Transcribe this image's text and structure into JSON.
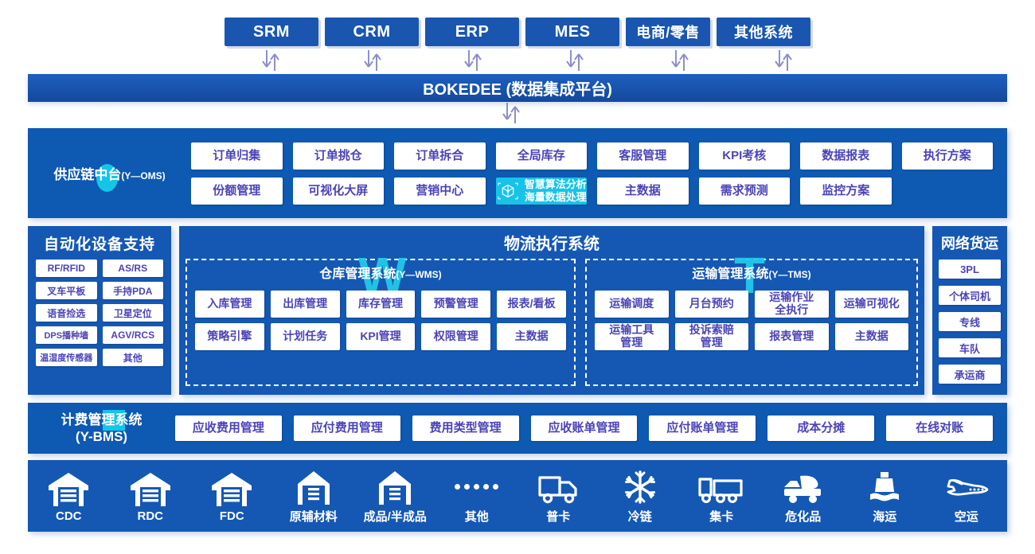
{
  "external_systems": [
    {
      "label": "SRM",
      "width_class": "w-srm"
    },
    {
      "label": "CRM",
      "width_class": "w-crm"
    },
    {
      "label": "ERP",
      "width_class": "w-erp"
    },
    {
      "label": "MES",
      "width_class": "w-mes"
    },
    {
      "label": "电商/零售",
      "width_class": "w-ec"
    },
    {
      "label": "其他系统",
      "width_class": "w-other"
    }
  ],
  "integration_platform": {
    "label": "BOKEDEE (数据集成平台)"
  },
  "supply_chain": {
    "title": "供应链中台",
    "title_sub": "(Y—OMS)",
    "accent_color": "#13c6e8",
    "background": "#0e59b2",
    "modules": [
      {
        "label": "订单归集"
      },
      {
        "label": "订单挑仓"
      },
      {
        "label": "订单拆合"
      },
      {
        "label": "全局库存"
      },
      {
        "label": "客服管理"
      },
      {
        "label": "KPI考核"
      },
      {
        "label": "数据报表"
      },
      {
        "label": "执行方案"
      },
      {
        "label": "份额管理"
      },
      {
        "label": "可视化大屏"
      },
      {
        "label": "营销中心"
      },
      {
        "label": "智慧算法分析\n海量数据处理",
        "highlight": true,
        "line1": "智慧算法分析",
        "line2": "海量数据处理",
        "icon": "cube-hexagon-icon"
      },
      {
        "label": "主数据"
      },
      {
        "label": "需求预测"
      },
      {
        "label": "监控方案"
      }
    ]
  },
  "automation": {
    "title": "自动化设备支持",
    "items": [
      {
        "label": "RF/RFID"
      },
      {
        "label": "AS/RS"
      },
      {
        "label": "叉车平板"
      },
      {
        "label": "手持PDA"
      },
      {
        "label": "语音捡选"
      },
      {
        "label": "卫星定位"
      },
      {
        "label": "DPS播种墙"
      },
      {
        "label": "AGV/RCS"
      },
      {
        "label": "温湿度传感器",
        "small": true
      },
      {
        "label": "其他"
      }
    ]
  },
  "execution": {
    "title": "物流执行系统",
    "wms": {
      "title": "仓库管理系统",
      "title_sub": "(Y—WMS)",
      "watermark": "W",
      "modules": [
        {
          "label": "入库管理"
        },
        {
          "label": "出库管理"
        },
        {
          "label": "库存管理"
        },
        {
          "label": "预警管理"
        },
        {
          "label": "报表/看板"
        },
        {
          "label": "策略引擎"
        },
        {
          "label": "计划任务"
        },
        {
          "label": "KPI管理"
        },
        {
          "label": "权限管理"
        },
        {
          "label": "主数据"
        }
      ]
    },
    "tms": {
      "title": "运输管理系统",
      "title_sub": "(Y—TMS)",
      "watermark": "T",
      "modules": [
        {
          "label": "运输调度"
        },
        {
          "label": "月台预约"
        },
        {
          "label": "运输作业\n全执行"
        },
        {
          "label": "运输可视化"
        },
        {
          "label": "运输工具\n管理"
        },
        {
          "label": "投诉索赔\n管理"
        },
        {
          "label": "报表管理"
        },
        {
          "label": "主数据"
        }
      ]
    }
  },
  "network_freight": {
    "title": "网络货运",
    "items": [
      {
        "label": "3PL"
      },
      {
        "label": "个体司机"
      },
      {
        "label": "专线"
      },
      {
        "label": "车队"
      },
      {
        "label": "承运商"
      }
    ]
  },
  "billing": {
    "title_line1": "计费管理系统",
    "title_line2": "(Y-BMS)",
    "accent_color": "#13c6e8",
    "modules": [
      {
        "label": "应收费用管理"
      },
      {
        "label": "应付费用管理"
      },
      {
        "label": "费用类型管理"
      },
      {
        "label": "应收账单管理"
      },
      {
        "label": "应付账单管理"
      },
      {
        "label": "成本分摊"
      },
      {
        "label": "在线对账"
      }
    ]
  },
  "facilities": [
    {
      "label": "CDC",
      "icon": "warehouse-icon"
    },
    {
      "label": "RDC",
      "icon": "warehouse-icon"
    },
    {
      "label": "FDC",
      "icon": "warehouse-icon"
    },
    {
      "label": "原辅材料",
      "icon": "warehouse-narrow-icon"
    },
    {
      "label": "成品/半成品",
      "icon": "warehouse-narrow-icon"
    },
    {
      "label": "其他",
      "icon": "ellipsis-dots-icon"
    },
    {
      "label": "普卡",
      "icon": "truck-icon"
    },
    {
      "label": "冷链",
      "icon": "snowflake-icon"
    },
    {
      "label": "集卡",
      "icon": "container-truck-icon"
    },
    {
      "label": "危化品",
      "icon": "hazmat-truck-icon"
    },
    {
      "label": "海运",
      "icon": "ship-icon"
    },
    {
      "label": "空运",
      "icon": "airplane-icon"
    }
  ],
  "colors": {
    "top_box": "#1a56b0",
    "panel_blue": "#0e59b2",
    "panel_blue_alt": "#1558b4",
    "cyan": "#17c3e8",
    "card_text": "#4a44b8",
    "arrow": "#7d84c8"
  }
}
